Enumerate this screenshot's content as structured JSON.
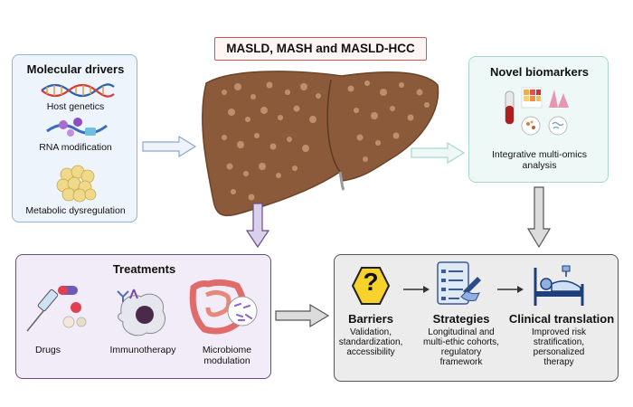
{
  "main_title": "MASLD, MASH and MASLD-HCC",
  "molecular": {
    "title": "Molecular drivers",
    "items": [
      "Host genetics",
      "RNA modification",
      "Metabolic dysregulation"
    ]
  },
  "biomarkers": {
    "title": "Novel biomarkers",
    "subtitle_line1": "Integrative multi-omics",
    "subtitle_line2": "analysis"
  },
  "treatments": {
    "title": "Treatments",
    "items": [
      "Drugs",
      "Immunotherapy"
    ],
    "microbiome_line1": "Microbiome",
    "microbiome_line2": "modulation"
  },
  "translation": {
    "barriers": {
      "title": "Barriers",
      "lines": [
        "Validation,",
        "standardization,",
        "accessibility"
      ]
    },
    "strategies": {
      "title": "Strategies",
      "lines": [
        "Longitudinal and",
        "multi-ethic cohorts,",
        "regulatory",
        "framework"
      ]
    },
    "clinical": {
      "title": "Clinical translation",
      "lines": [
        "Improved risk",
        "stratification,",
        "personalized",
        "therapy"
      ]
    },
    "question_mark": "?"
  },
  "colors": {
    "molecular_bg": "#eef4fb",
    "molecular_border": "#8fb4d9",
    "biomarkers_bg": "#eef8f6",
    "biomarkers_border": "#a9d6cf",
    "treatments_bg": "#f1ecf7",
    "treatments_border": "#6b4a8c",
    "translation_bg": "#ececec",
    "translation_border": "#555555",
    "liver": "#8a5a3b",
    "title_border": "#d9534f"
  }
}
